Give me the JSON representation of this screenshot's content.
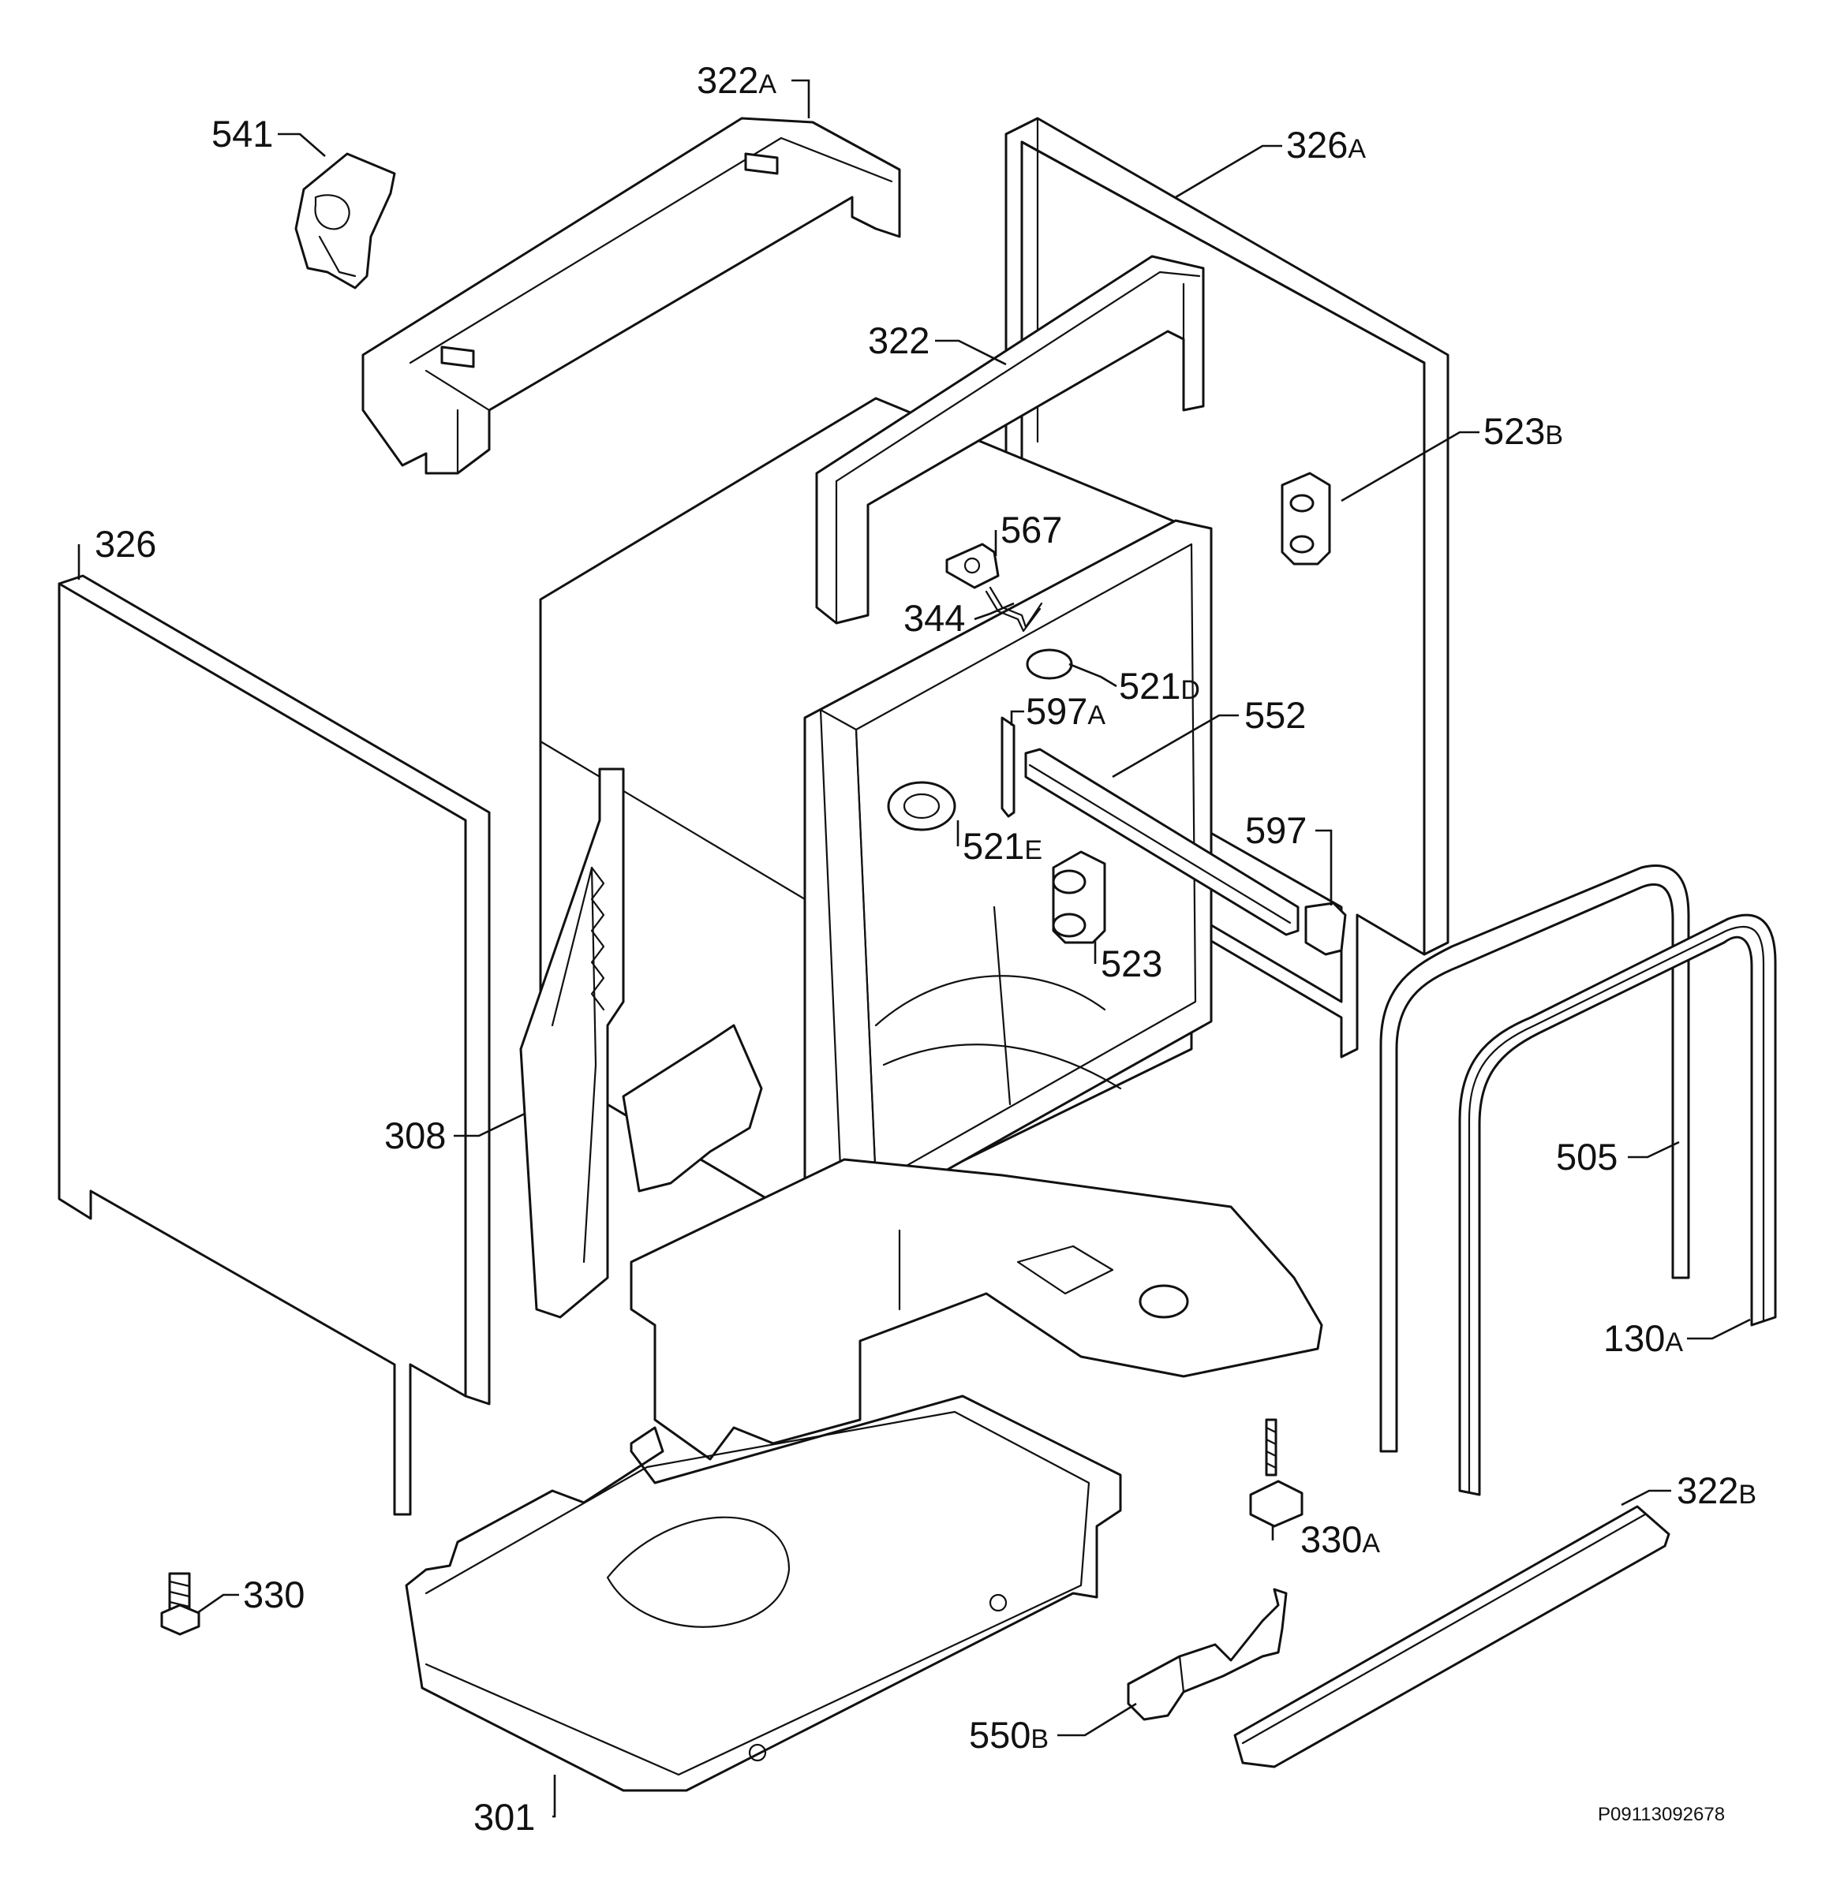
{
  "callouts": {
    "p322a": {
      "num": "322",
      "suffix": "A"
    },
    "p541": {
      "num": "541",
      "suffix": ""
    },
    "p326a": {
      "num": "326",
      "suffix": "A"
    },
    "p322": {
      "num": "322",
      "suffix": ""
    },
    "p523b": {
      "num": "523",
      "suffix": "B"
    },
    "p326": {
      "num": "326",
      "suffix": ""
    },
    "p567": {
      "num": "567",
      "suffix": ""
    },
    "p344": {
      "num": "344",
      "suffix": ""
    },
    "p521d": {
      "num": "521",
      "suffix": "D"
    },
    "p597a": {
      "num": "597",
      "suffix": "A"
    },
    "p552": {
      "num": "552",
      "suffix": ""
    },
    "p521e": {
      "num": "521",
      "suffix": "E"
    },
    "p597": {
      "num": "597",
      "suffix": ""
    },
    "p523": {
      "num": "523",
      "suffix": ""
    },
    "p308": {
      "num": "308",
      "suffix": ""
    },
    "p505": {
      "num": "505",
      "suffix": ""
    },
    "p130a": {
      "num": "130",
      "suffix": "A"
    },
    "p322b": {
      "num": "322",
      "suffix": "B"
    },
    "p330a": {
      "num": "330",
      "suffix": "A"
    },
    "p330": {
      "num": "330",
      "suffix": ""
    },
    "p550b": {
      "num": "550",
      "suffix": "B"
    },
    "p301": {
      "num": "301",
      "suffix": ""
    }
  },
  "diagram_id": "P09113092678"
}
